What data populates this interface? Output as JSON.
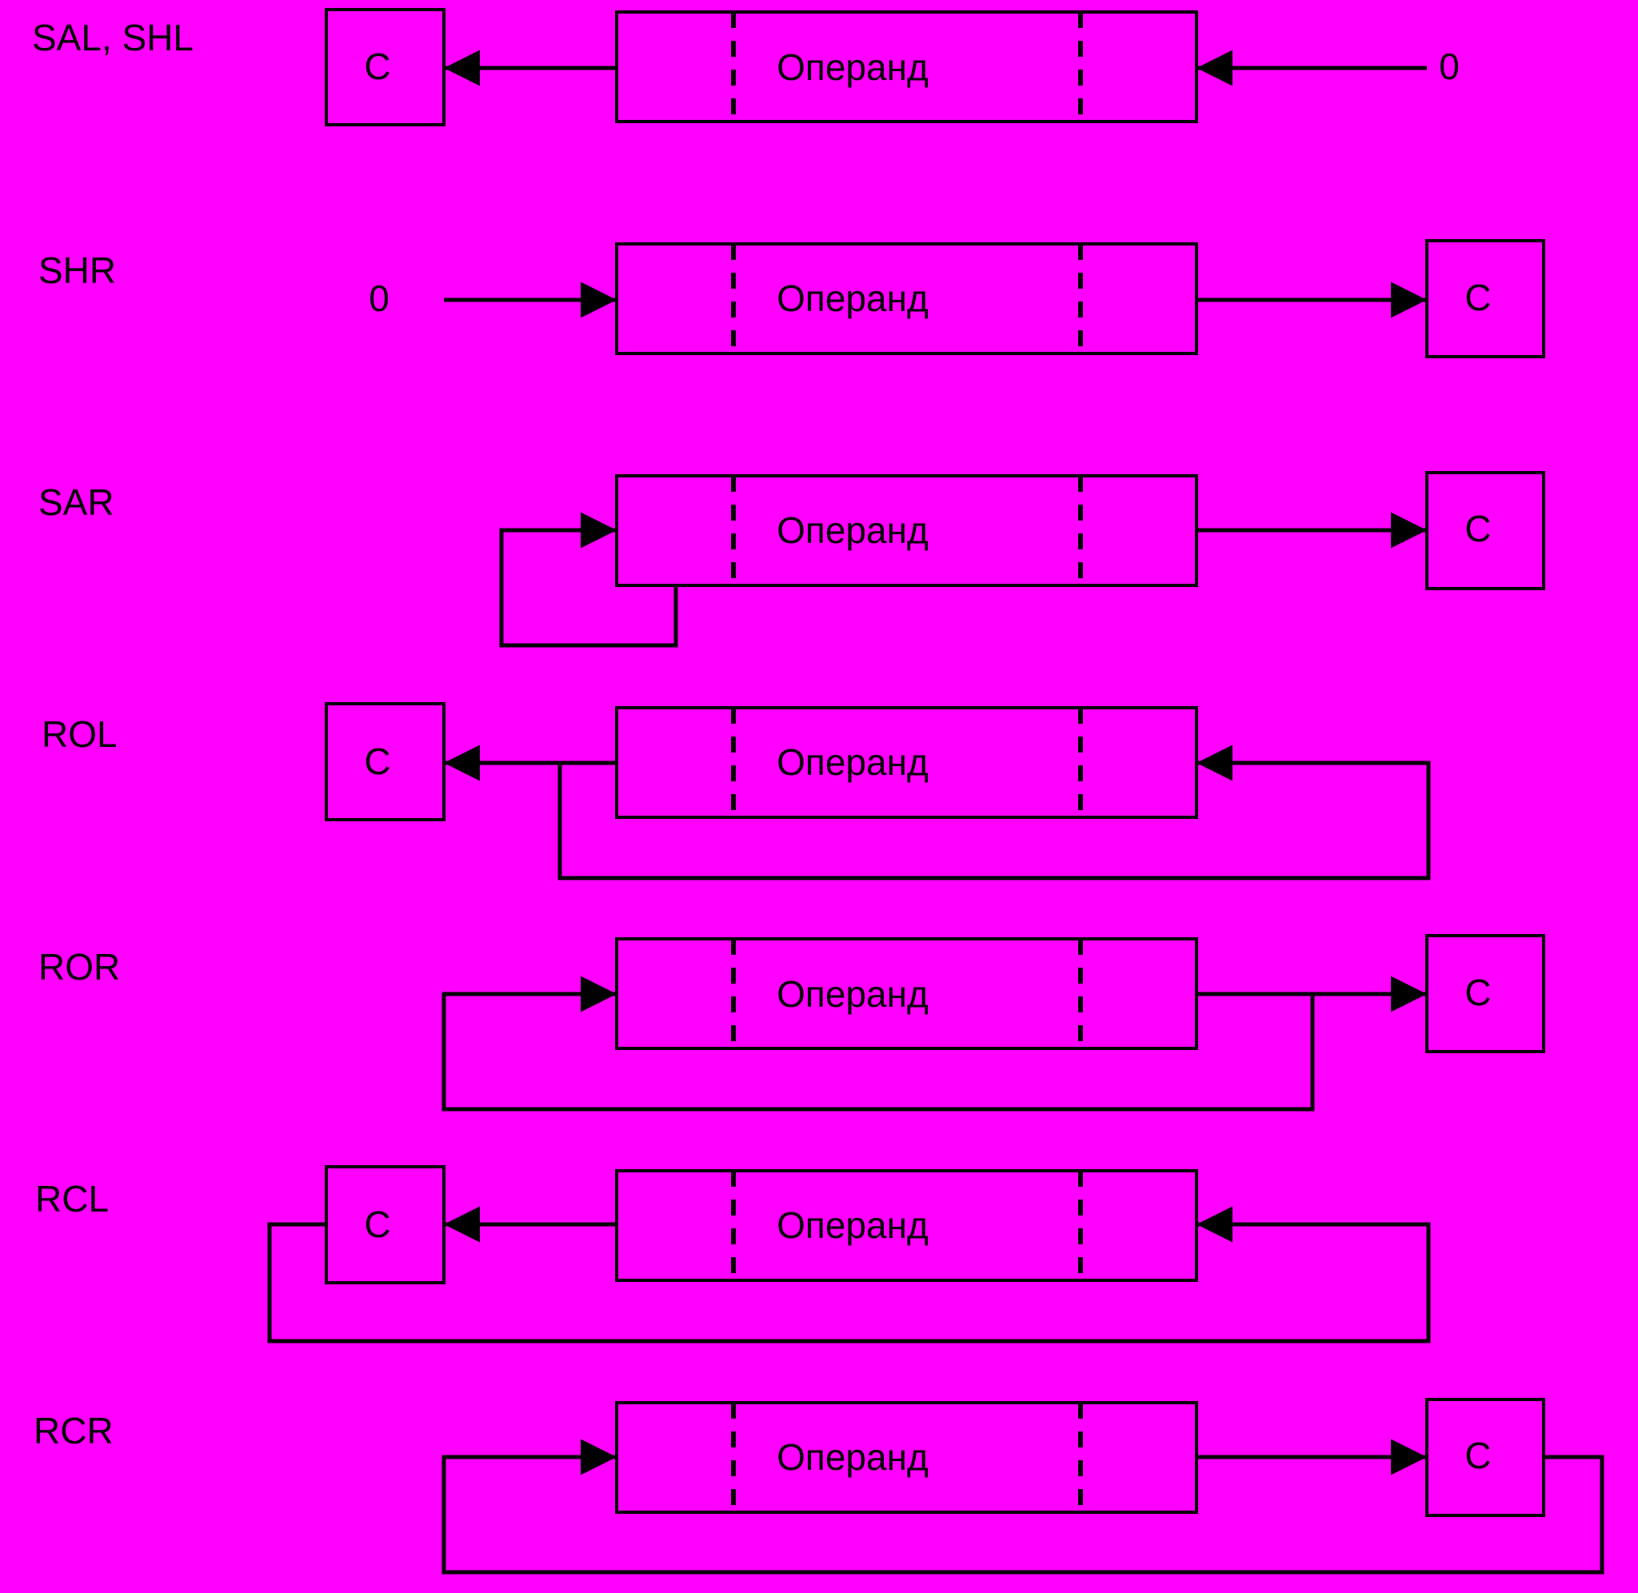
{
  "background_color": "#ff00ff",
  "line_color": "#000000",
  "operand_label": "Операнд",
  "carry_label": "C",
  "zero_label": "0",
  "rows": [
    {
      "id": "sal-shl",
      "label": "SAL, SHL"
    },
    {
      "id": "shr",
      "label": "SHR"
    },
    {
      "id": "sar",
      "label": "SAR"
    },
    {
      "id": "rol",
      "label": "ROL"
    },
    {
      "id": "ror",
      "label": "ROR"
    },
    {
      "id": "rcl",
      "label": "RCL"
    },
    {
      "id": "rcr",
      "label": "RCR"
    }
  ]
}
